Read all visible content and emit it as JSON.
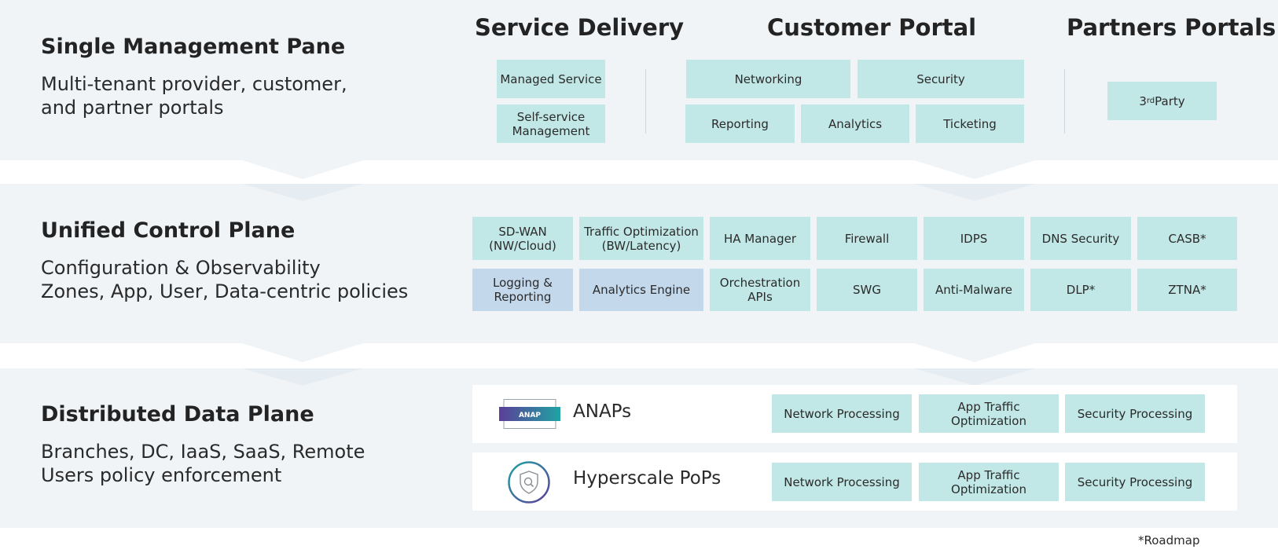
{
  "management": {
    "title": "Single Management Pane",
    "desc_line1": "Multi-tenant provider, customer,",
    "desc_line2": "and partner portals",
    "service_delivery": {
      "heading": "Service Delivery",
      "items": [
        "Managed Service",
        "Self-service Management"
      ]
    },
    "customer_portal": {
      "heading": "Customer Portal",
      "items": [
        "Networking",
        "Security",
        "Reporting",
        "Analytics",
        "Ticketing"
      ]
    },
    "partners_portals": {
      "heading": "Partners Portals",
      "item_prefix": "3",
      "item_sup": "rd",
      "item_suffix": " Party"
    }
  },
  "control": {
    "title": "Unified Control Plane",
    "desc_line1": "Configuration & Observability",
    "desc_line2": "Zones, App, User, Data-centric policies",
    "row1": [
      "SD-WAN (NW/Cloud)",
      "Traffic Optimization (BW/Latency)",
      "HA Manager",
      "Firewall",
      "IDPS",
      "DNS Security",
      "CASB*"
    ],
    "row2": [
      "Logging & Reporting",
      "Analytics Engine",
      "Orchestration APIs",
      "SWG",
      "Anti-Malware",
      "DLP*",
      "ZTNA*"
    ]
  },
  "data": {
    "title": "Distributed Data Plane",
    "desc_line1": "Branches, DC, IaaS, SaaS, Remote",
    "desc_line2": "Users policy enforcement",
    "anap_logo_text": "ANAP",
    "rows": [
      {
        "label": "ANAPs",
        "items": [
          "Network Processing",
          "App Traffic Optimization",
          "Security Processing"
        ]
      },
      {
        "label": "Hyperscale PoPs",
        "items": [
          "Network Processing",
          "App Traffic Optimization",
          "Security Processing"
        ]
      }
    ]
  },
  "footnote": "*Roadmap",
  "colors": {
    "band": "#f0f4f7",
    "teal_box": "#c1e7e6",
    "blue_box": "#c4d8ec",
    "anap_purple": "#5b3e98",
    "anap_teal": "#1fa3a3"
  }
}
